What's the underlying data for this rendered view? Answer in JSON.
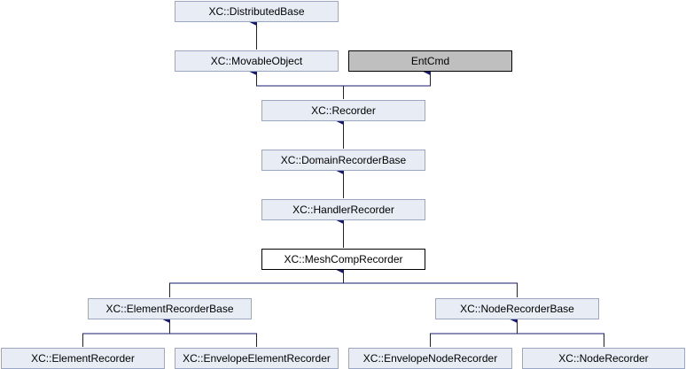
{
  "nodes": {
    "distributed_base": "XC::DistributedBase",
    "movable_object": "XC::MovableObject",
    "ent_cmd": "EntCmd",
    "recorder": "XC::Recorder",
    "domain_recorder_base": "XC::DomainRecorderBase",
    "handler_recorder": "XC::HandlerRecorder",
    "mesh_comp_recorder": "XC::MeshCompRecorder",
    "element_recorder_base": "XC::ElementRecorderBase",
    "node_recorder_base": "XC::NodeRecorderBase",
    "element_recorder": "XC::ElementRecorder",
    "envelope_element_recorder": "XC::EnvelopeElementRecorder",
    "envelope_node_recorder": "XC::EnvelopeNodeRecorder",
    "node_recorder": "XC::NodeRecorder"
  },
  "colors": {
    "node_fill": "#e8ecf5",
    "node_border": "#9aa6c5",
    "focus_fill": "#ffffff",
    "external_fill": "#bfbfbf",
    "edge": "#191970"
  }
}
